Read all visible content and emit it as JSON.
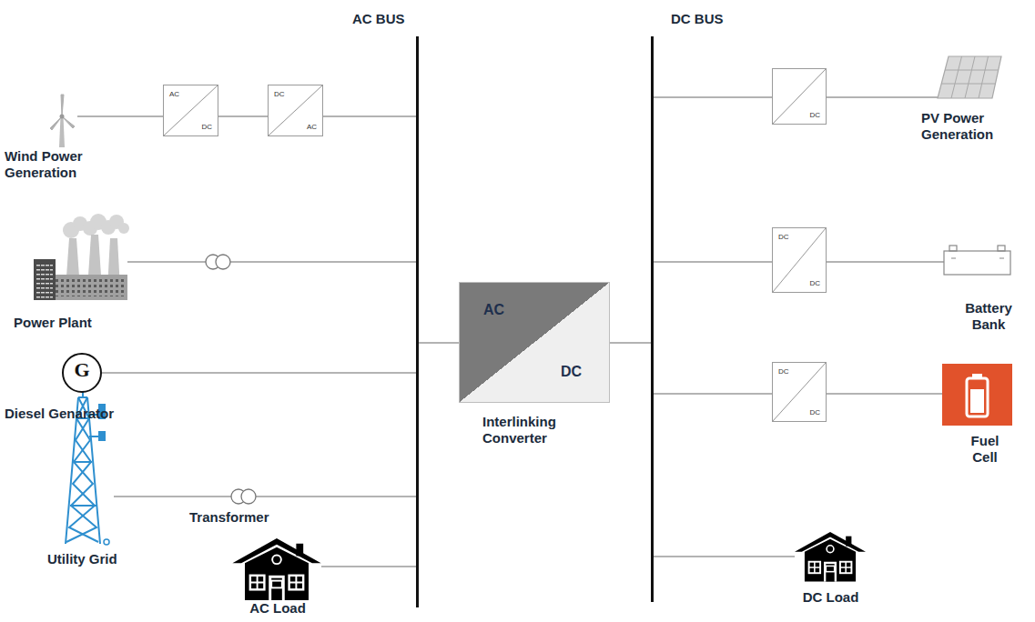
{
  "diagram": {
    "nodes": [
      {
        "text": [
          "AC BUS"
        ]
      },
      {
        "text": [
          "DC BUS"
        ]
      },
      {
        "text": [
          "Wind Power Generation"
        ]
      },
      {
        "text": [
          "AC",
          "DC"
        ]
      },
      {
        "text": [
          "DC",
          "AC"
        ]
      },
      {
        "text": [
          "Power Plant"
        ]
      },
      {
        "text": [
          "G",
          "Diesel Genarator"
        ]
      },
      {
        "text": [
          "Utility Grid"
        ]
      },
      {
        "text": [
          "AC Load"
        ]
      },
      {
        "text": [
          "AC",
          "DC",
          "Interlinking Converter"
        ]
      },
      {
        "text": [
          "DC"
        ]
      },
      {
        "text": [
          "PV Power Generation"
        ]
      },
      {
        "text": [
          "DC",
          "DC"
        ]
      },
      {
        "text": [
          "Battery Bank"
        ]
      },
      {
        "text": [
          "DC",
          "DC"
        ]
      },
      {
        "text": [
          "Fuel Cell"
        ]
      },
      {
        "text": [
          "DC Load"
        ]
      }
    ],
    "edges": [
      {
        "from": 2,
        "to": 3,
        "arrow": "none"
      },
      {
        "from": 3,
        "to": 4,
        "arrow": "none"
      },
      {
        "from": 4,
        "to": 0,
        "arrow": "none"
      },
      {
        "from": 5,
        "to": 0,
        "arrow": "none"
      },
      {
        "from": 6,
        "to": 0,
        "arrow": "none"
      },
      {
        "from": 7,
        "to": 0,
        "arrow": "none"
      },
      {
        "from": 8,
        "to": 0,
        "arrow": "none"
      },
      {
        "from": 0,
        "to": 9,
        "arrow": "none"
      },
      {
        "from": 9,
        "to": 1,
        "arrow": "none"
      },
      {
        "from": 1,
        "to": 10,
        "arrow": "none"
      },
      {
        "from": 10,
        "to": 11,
        "arrow": "none"
      },
      {
        "from": 1,
        "to": 12,
        "arrow": "none"
      },
      {
        "from": 12,
        "to": 13,
        "arrow": "none"
      },
      {
        "from": 1,
        "to": 14,
        "arrow": "none"
      },
      {
        "from": 14,
        "to": 15,
        "arrow": "none"
      },
      {
        "from": 1,
        "to": 16,
        "arrow": "none"
      }
    ],
    "labels": [
      "Transformer"
    ]
  }
}
